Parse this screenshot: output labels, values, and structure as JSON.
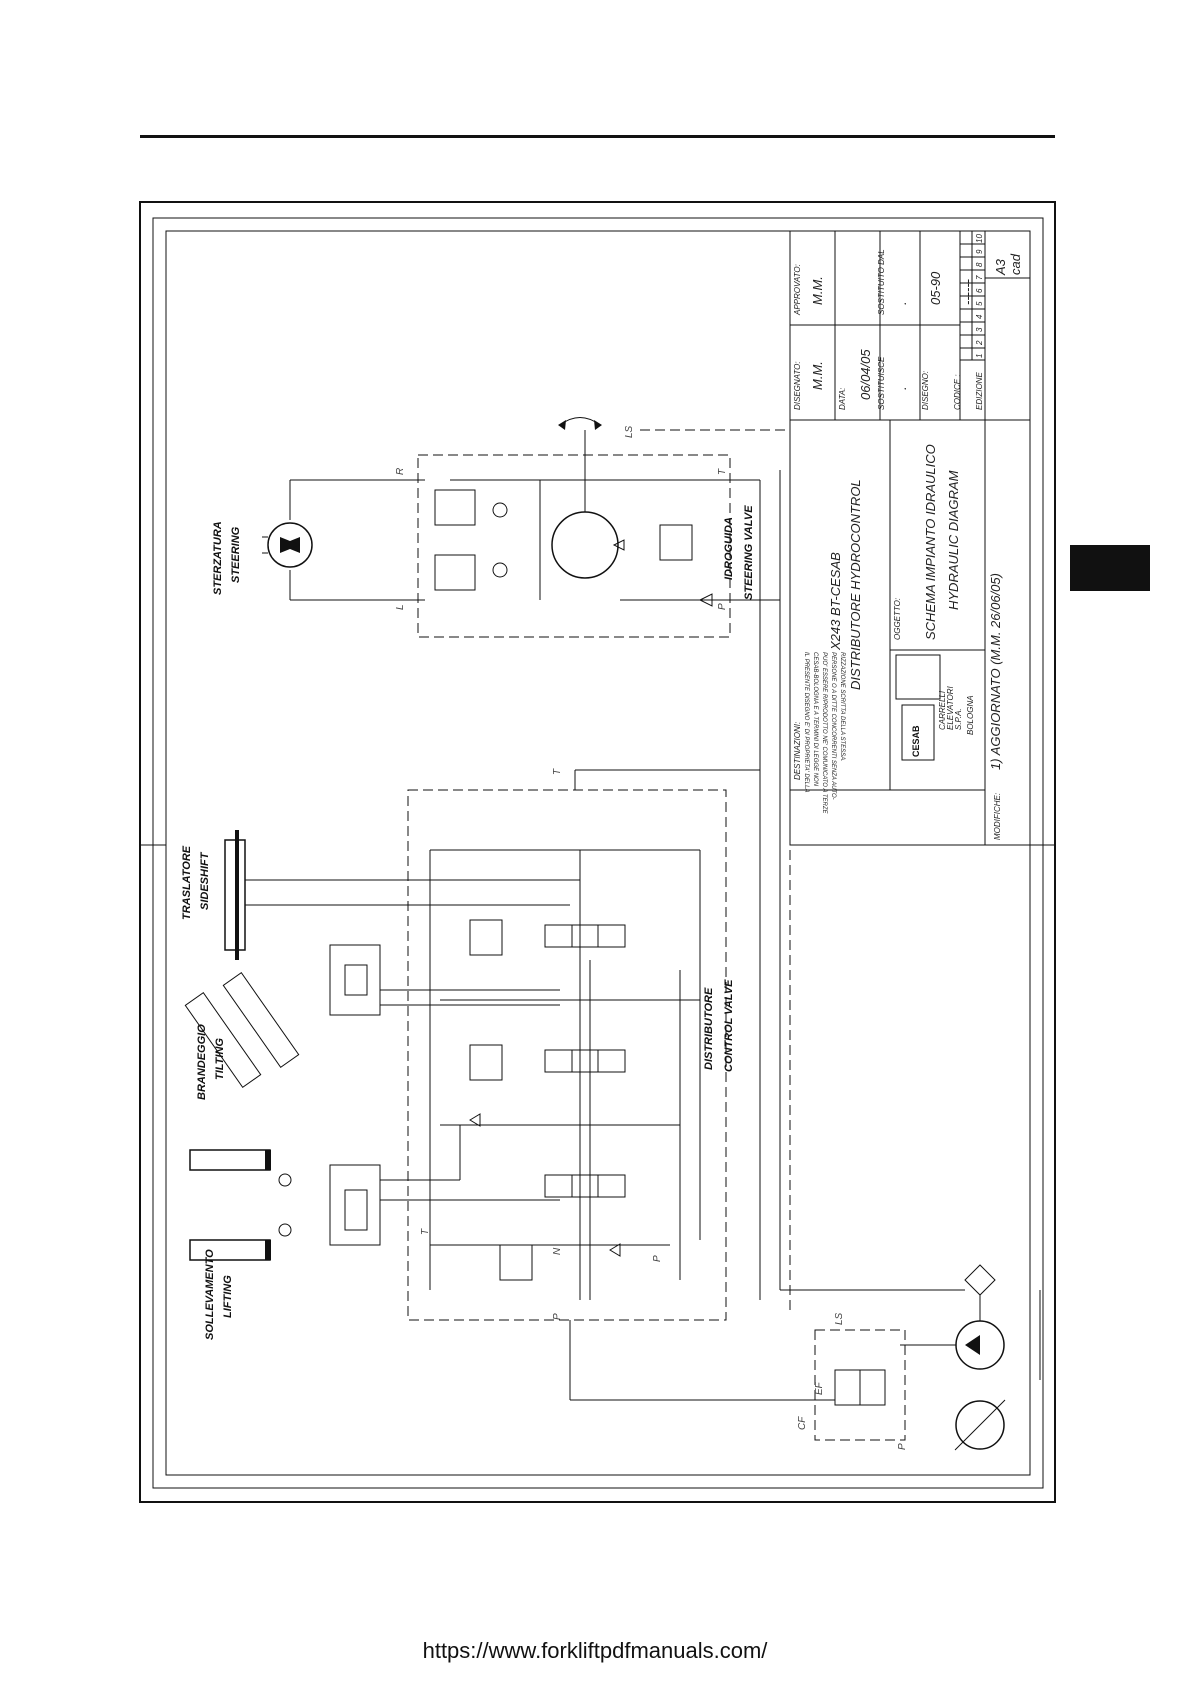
{
  "footer": {
    "url": "https://www.forkliftpdfmanuals.com/"
  },
  "labels": {
    "steering_it": "STERZATURA",
    "steering_en": "STEERING",
    "steering_valve_it": "IDROGUIDA",
    "steering_valve_en": "STEERING VALVE",
    "sideshift_it": "TRASLATORE",
    "sideshift_en": "SIDESHIFT",
    "tilting_it": "BRANDEGGIO",
    "tilting_en": "TILTING",
    "lifting_it": "SOLLEVAMENTO",
    "lifting_en": "LIFTING",
    "control_valve_it": "DISTRIBUTORE",
    "control_valve_en": "CONTROL VALVE"
  },
  "ports": {
    "R": "R",
    "L": "L",
    "LS": "LS",
    "T": "T",
    "P": "P",
    "N": "N",
    "CF": "CF",
    "EF": "EF"
  },
  "title_block": {
    "destinazioni_label": "DESTINAZIONI:",
    "disegnato_label": "DISEGNATO:",
    "disegnato_value": "M.M.",
    "approvato_label": "APPROVATO:",
    "approvato_value": "M.M.",
    "data_label": "DATA:",
    "data_value": "06/04/05",
    "sostituisce_label": "SOSTITUISCE",
    "sostituisce_value": ".",
    "sostituito_label": "SOSTITUITO DAL",
    "sostituito_value": ".",
    "disegno_label": "DISEGNO:",
    "disegno_value": "05-90",
    "codice_label": "CODICE :",
    "codice_value": "------",
    "edizione_label": "EDIZIONE",
    "edizioni": [
      "1",
      "2",
      "3",
      "4",
      "5",
      "6",
      "7",
      "8",
      "9",
      "10"
    ],
    "format": "A3",
    "format_sub": "cad",
    "project_line1": "X243 BT-CESAB",
    "project_line2": "DISTRIBUTORE HYDROCONTROL",
    "oggetto_label": "OGGETTO:",
    "oggetto_line1": "SCHEMA IMPIANTO IDRAULICO",
    "oggetto_line2": "HYDRAULIC DIAGRAM",
    "modifiche_label": "MODIFICHE:",
    "modifiche_value": "1) AGGIORNATO (M.M. 26/06/05)",
    "logo_text": "CESAB",
    "company_line1": "CARRELLI",
    "company_line2": "ELEVATORI",
    "company_line3": "S.P.A.",
    "company_city": "BOLOGNA",
    "notice_line1": "IL PRESENTE DISEGNO E' DI PROPRIETA' DELLA",
    "notice_line2": "CESAB-BOLOGNA E A TERMINI DI LEGGE NON",
    "notice_line3": "PUO' ESSERE RIPRODOTTO NE' COMUNICATO A TERZE",
    "notice_line4": "PERSONE O A DITTE CONCORRENTI SENZA AUTO-",
    "notice_line5": "RIZZAZIONE SCRITTA DELLA STESSA."
  }
}
